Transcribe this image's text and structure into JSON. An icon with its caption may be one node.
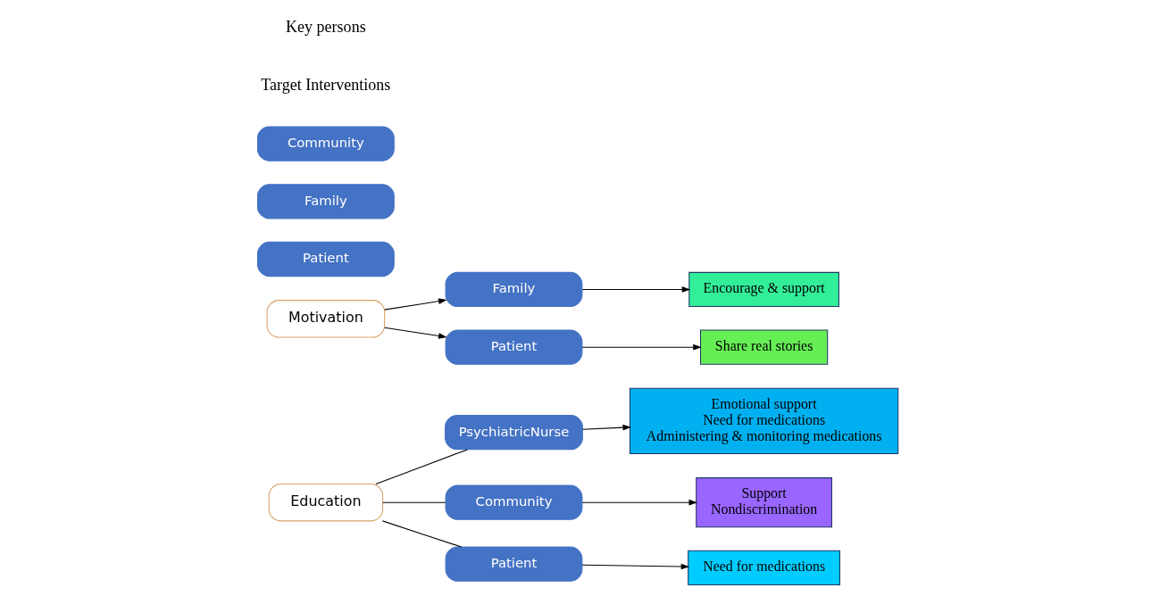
{
  "diagram": {
    "nodes": [
      {
        "text": [
          "Education"
        ]
      },
      {
        "text": [
          "PsychiatricNurse"
        ]
      },
      {
        "text": [
          "Community"
        ]
      },
      {
        "text": [
          "Patient"
        ]
      },
      {
        "text": [
          "Emotional support",
          "Need for medications",
          "Administering & monitoring medications"
        ]
      },
      {
        "text": [
          "Support",
          "Nondiscrimination"
        ]
      },
      {
        "text": [
          "Need for medications"
        ]
      },
      {
        "text": [
          "Motivation"
        ]
      },
      {
        "text": [
          "Family"
        ]
      },
      {
        "text": [
          "Patient"
        ]
      },
      {
        "text": [
          "Encourage & support"
        ]
      },
      {
        "text": [
          "Share real stories"
        ]
      },
      {
        "text": [
          "Patient"
        ]
      },
      {
        "text": [
          "Family"
        ]
      },
      {
        "text": [
          "Community"
        ]
      }
    ],
    "edges": [
      {
        "from": 0,
        "to": 1,
        "arrow": "none"
      },
      {
        "from": 0,
        "to": 2,
        "arrow": "none"
      },
      {
        "from": 0,
        "to": 3,
        "arrow": "none"
      },
      {
        "from": 1,
        "to": 4,
        "arrow": "to"
      },
      {
        "from": 2,
        "to": 5,
        "arrow": "to"
      },
      {
        "from": 3,
        "to": 6,
        "arrow": "to"
      },
      {
        "from": 7,
        "to": 8,
        "arrow": "to"
      },
      {
        "from": 7,
        "to": 9,
        "arrow": "to"
      },
      {
        "from": 8,
        "to": 10,
        "arrow": "to"
      },
      {
        "from": 9,
        "to": 11,
        "arrow": "to"
      }
    ],
    "labels": [
      "Target Interventions",
      "Key persons"
    ]
  }
}
